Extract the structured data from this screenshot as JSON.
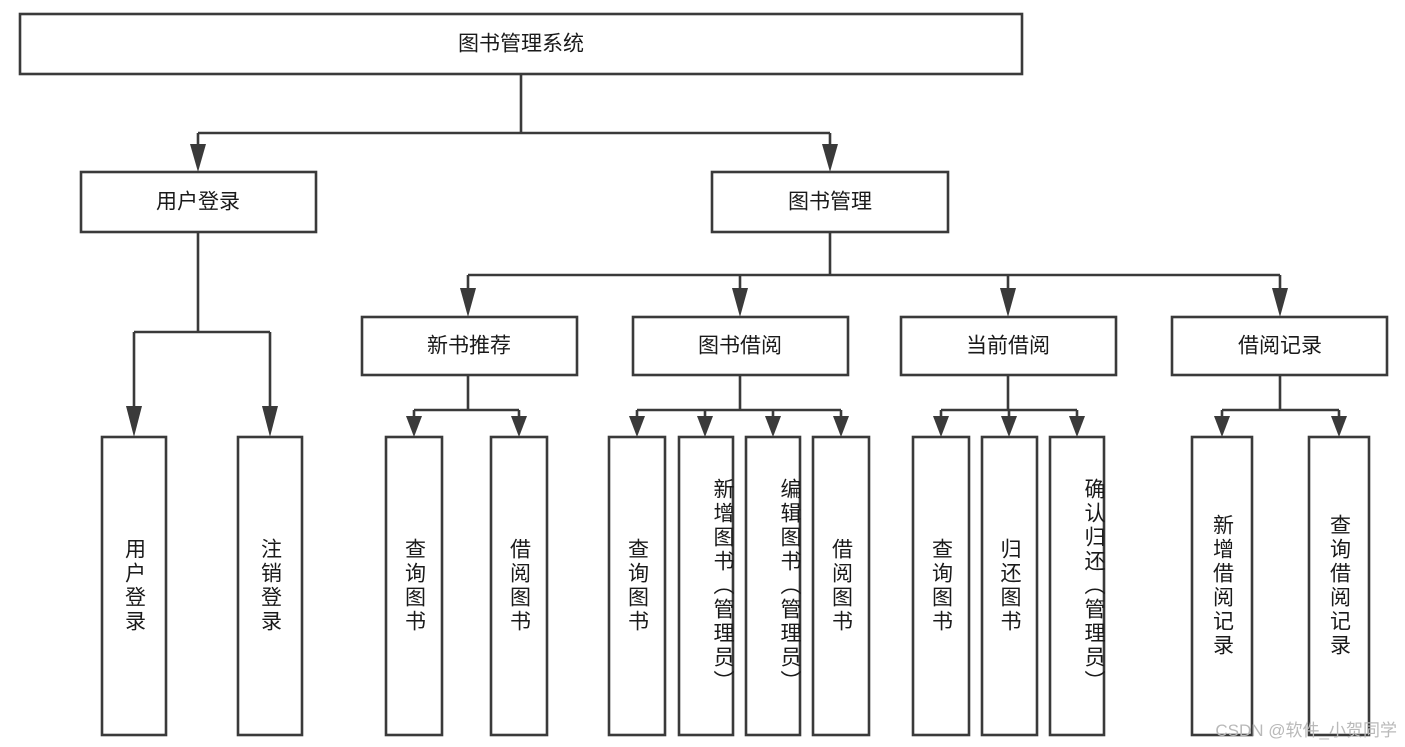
{
  "diagram": {
    "type": "tree-hierarchy",
    "title": "图书管理系统",
    "watermark": "CSDN @软件_小贺同学",
    "colors": {
      "box_stroke": "#3a3a3a",
      "box_fill": "#ffffff",
      "text": "#1a1a1a",
      "background": "#ffffff",
      "watermark_text": "#b9b9b9"
    },
    "levels": {
      "root": {
        "label": "图书管理系统"
      },
      "level2": [
        {
          "id": "user-login",
          "label": "用户登录"
        },
        {
          "id": "book-manage",
          "label": "图书管理"
        }
      ],
      "level3": [
        {
          "id": "new-book-recommend",
          "label": "新书推荐",
          "parent": "book-manage"
        },
        {
          "id": "book-borrow",
          "label": "图书借阅",
          "parent": "book-manage"
        },
        {
          "id": "current-borrow",
          "label": "当前借阅",
          "parent": "book-manage"
        },
        {
          "id": "borrow-record",
          "label": "借阅记录",
          "parent": "book-manage"
        }
      ],
      "leaves": [
        {
          "id": "leaf-user-login",
          "label": "用户登录",
          "parent": "user-login"
        },
        {
          "id": "leaf-logout",
          "label": "注销登录",
          "parent": "user-login"
        },
        {
          "id": "leaf-query-book-1",
          "label": "查询图书",
          "parent": "new-book-recommend"
        },
        {
          "id": "leaf-borrow-book-1",
          "label": "借阅图书",
          "parent": "new-book-recommend"
        },
        {
          "id": "leaf-query-book-2",
          "label": "查询图书",
          "parent": "book-borrow"
        },
        {
          "id": "leaf-add-book",
          "label": "新增图书（管理员）",
          "parent": "book-borrow"
        },
        {
          "id": "leaf-edit-book",
          "label": "编辑图书（管理员）",
          "parent": "book-borrow"
        },
        {
          "id": "leaf-borrow-book-2",
          "label": "借阅图书",
          "parent": "book-borrow"
        },
        {
          "id": "leaf-query-book-3",
          "label": "查询图书",
          "parent": "current-borrow"
        },
        {
          "id": "leaf-return-book",
          "label": "归还图书",
          "parent": "current-borrow"
        },
        {
          "id": "leaf-confirm-return",
          "label": "确认归还（管理员）",
          "parent": "current-borrow"
        },
        {
          "id": "leaf-add-record",
          "label": "新增借阅记录",
          "parent": "borrow-record"
        },
        {
          "id": "leaf-query-record",
          "label": "查询借阅记录",
          "parent": "borrow-record"
        }
      ]
    }
  }
}
